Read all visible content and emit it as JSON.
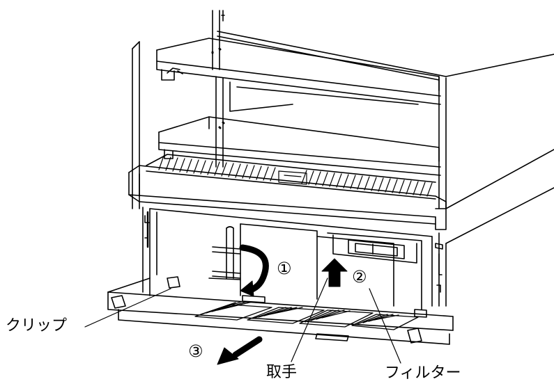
{
  "labels": {
    "clip": "クリップ",
    "handle": "取手",
    "filter": "フィルター"
  },
  "steps": {
    "step1": "①",
    "step2": "②",
    "step3": "③"
  },
  "colors": {
    "line": "#000000",
    "background": "#ffffff",
    "arrow": "#000000"
  },
  "icons": {
    "rotate": "curved-arrow-icon",
    "lift": "up-arrow-icon",
    "pull": "diagonal-arrow-icon"
  }
}
